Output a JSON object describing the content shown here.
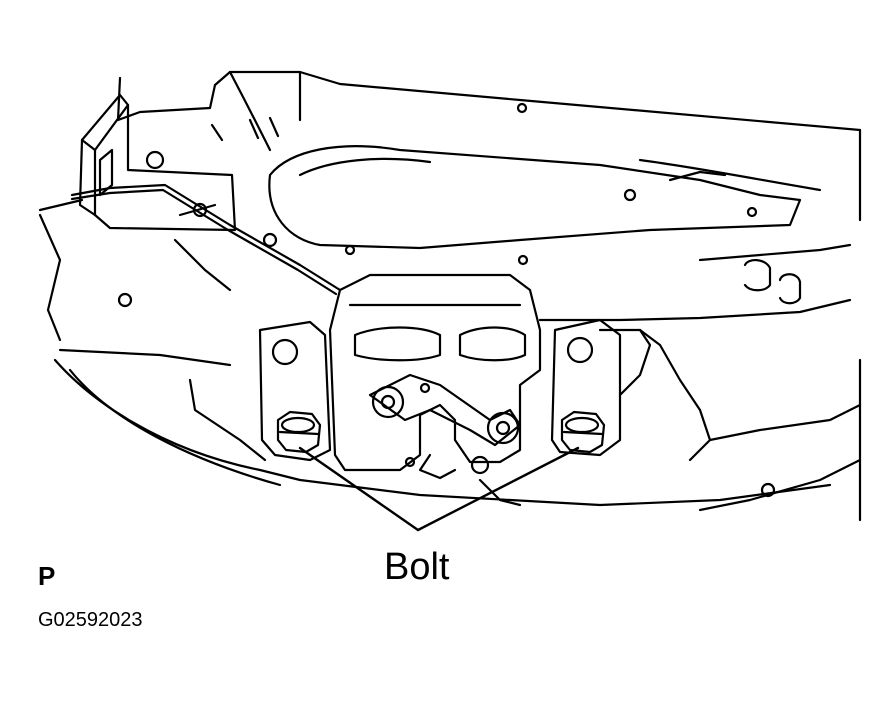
{
  "labels": {
    "callout": "Bolt",
    "view_letter": "P",
    "figure_code": "G02592023"
  },
  "colors": {
    "line": "#000000",
    "background": "#ffffff"
  }
}
